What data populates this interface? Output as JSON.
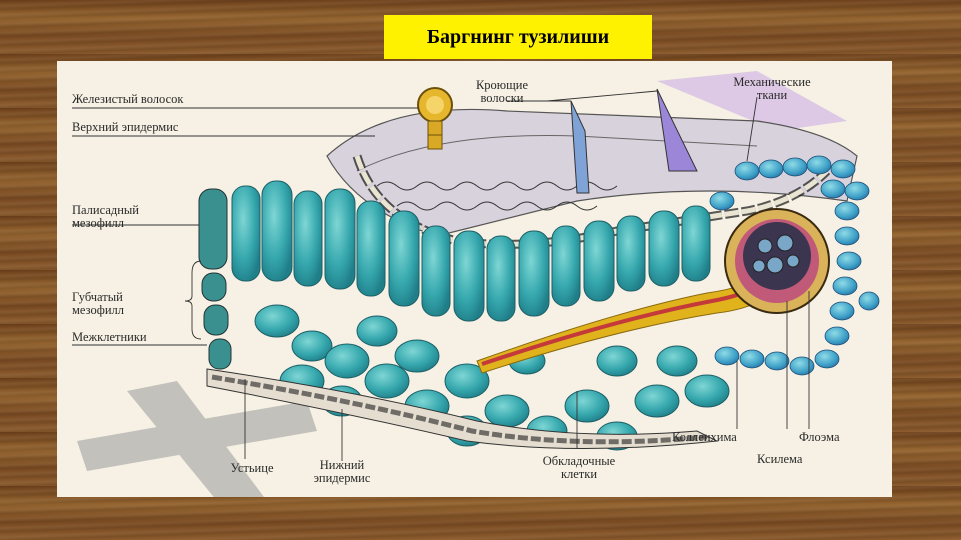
{
  "title": "Баргнинг тузилиши",
  "labels": {
    "glandular_hair": "Железистый волосок",
    "upper_epidermis": "Верхний эпидермис",
    "covering_hairs_1": "Кроющие",
    "covering_hairs_2": "волоски",
    "mechanical_1": "Механические",
    "mechanical_2": "ткани",
    "palisade_1": "Палисадный",
    "palisade_2": "мезофилл",
    "spongy_1": "Губчатый",
    "spongy_2": "мезофилл",
    "intercellular": "Межклетники",
    "stoma": "Устьице",
    "lower_epidermis_1": "Нижний",
    "lower_epidermis_2": "эпидермис",
    "sheath_1": "Обкладочные",
    "sheath_2": "клетки",
    "collenchyma": "Колленхима",
    "phloem": "Флоэма",
    "xylem": "Ксилема"
  },
  "colors": {
    "title_bg": "#fff200",
    "panel_bg": "#f6f1e4",
    "cell_teal": "#3fb2b6",
    "vein_red": "#c43a3a",
    "vein_yellow": "#e0b21c"
  }
}
